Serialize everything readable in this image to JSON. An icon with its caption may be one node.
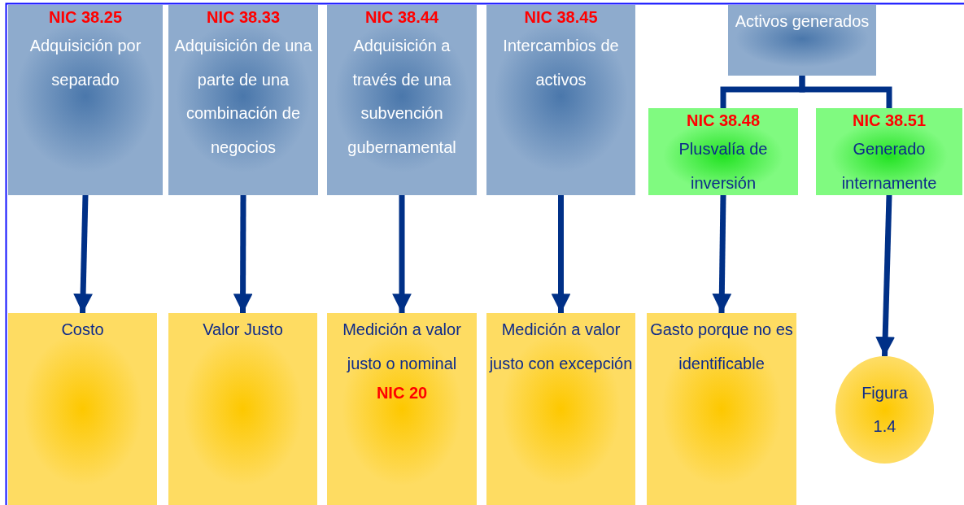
{
  "diagram": {
    "nodes": [
      {
        "text": [
          "NIC 38.25",
          "Adquisición por separado"
        ]
      },
      {
        "text": [
          "NIC 38.33",
          "Adquisición de una parte de una combinación de negocios"
        ]
      },
      {
        "text": [
          "NIC 38.44",
          "Adquisición a través de una subvención gubernamental"
        ]
      },
      {
        "text": [
          "NIC 38.45",
          "Intercambios de activos"
        ]
      },
      {
        "text": [
          "Activos generados"
        ]
      },
      {
        "text": [
          "NIC 38.48",
          "Plusvalía de inversión"
        ]
      },
      {
        "text": [
          "NIC 38.51",
          "Generado internamente"
        ]
      },
      {
        "text": [
          "Costo"
        ]
      },
      {
        "text": [
          "Valor Justo"
        ]
      },
      {
        "text": [
          "Medición a valor justo o nominal",
          "NIC 20"
        ]
      },
      {
        "text": [
          "Medición a valor justo con excepción"
        ]
      },
      {
        "text": [
          "Gasto porque no es identificable"
        ]
      },
      {
        "text": [
          "Figura 1.4"
        ]
      }
    ],
    "edges": [
      {
        "from": 0,
        "to": 7,
        "arrow": "to"
      },
      {
        "from": 1,
        "to": 8,
        "arrow": "to"
      },
      {
        "from": 2,
        "to": 9,
        "arrow": "to"
      },
      {
        "from": 3,
        "to": 10,
        "arrow": "to"
      },
      {
        "from": 4,
        "to": 5,
        "arrow": "none"
      },
      {
        "from": 4,
        "to": 6,
        "arrow": "none"
      },
      {
        "from": 5,
        "to": 11,
        "arrow": "to"
      },
      {
        "from": 6,
        "to": 12,
        "arrow": "to"
      }
    ]
  }
}
